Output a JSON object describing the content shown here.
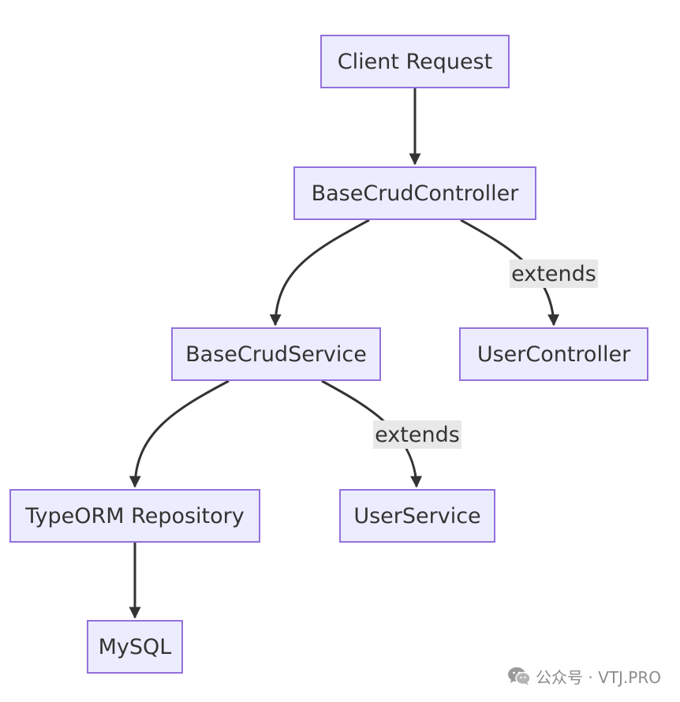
{
  "diagram": {
    "nodes": {
      "client_request": "Client Request",
      "base_crud_controller": "BaseCrudController",
      "base_crud_service": "BaseCrudService",
      "user_controller": "UserController",
      "typeorm_repository": "TypeORM Repository",
      "user_service": "UserService",
      "mysql": "MySQL"
    },
    "edges": [
      {
        "from": "client_request",
        "to": "base_crud_controller",
        "label": ""
      },
      {
        "from": "base_crud_controller",
        "to": "base_crud_service",
        "label": ""
      },
      {
        "from": "base_crud_controller",
        "to": "user_controller",
        "label": "extends"
      },
      {
        "from": "base_crud_service",
        "to": "typeorm_repository",
        "label": ""
      },
      {
        "from": "base_crud_service",
        "to": "user_service",
        "label": "extends"
      },
      {
        "from": "typeorm_repository",
        "to": "mysql",
        "label": ""
      }
    ],
    "colors": {
      "node_fill": "#ECECFF",
      "node_border": "#9370DB",
      "edge": "#333333",
      "label_background": "#E8E8E8"
    }
  },
  "watermark": {
    "icon": "wechat-icon",
    "text": "公众号 · VTJ.PRO"
  }
}
